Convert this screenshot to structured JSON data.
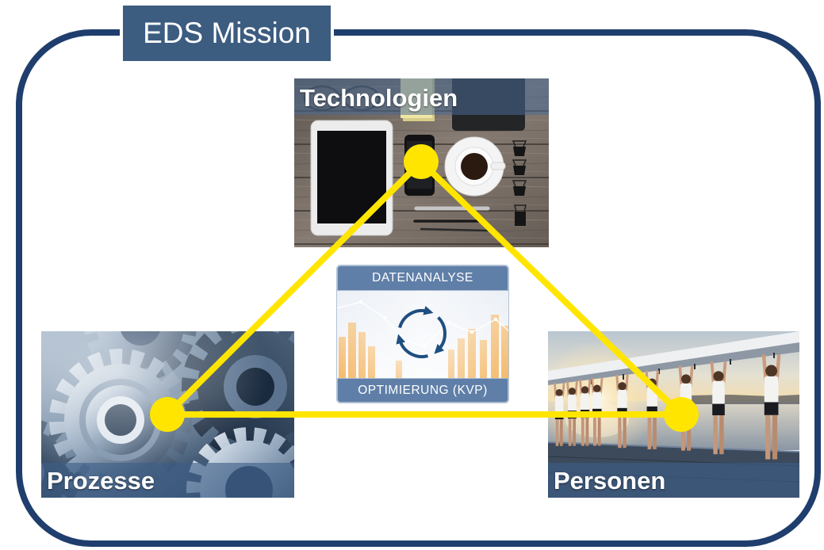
{
  "title": "EDS Mission",
  "nodes": {
    "top": {
      "label": "Technologien"
    },
    "left": {
      "label": "Prozesse"
    },
    "right": {
      "label": "Personen"
    }
  },
  "center": {
    "header": "DATENANALYSE",
    "footer": "OPTIMIERUNG (KVP)",
    "icon": "cycle-arrows-icon"
  },
  "colors": {
    "frame": "#1f3e6d",
    "tab": "#3c5c80",
    "triangle": "#ffe500",
    "center_band": "#5f7fa8"
  }
}
